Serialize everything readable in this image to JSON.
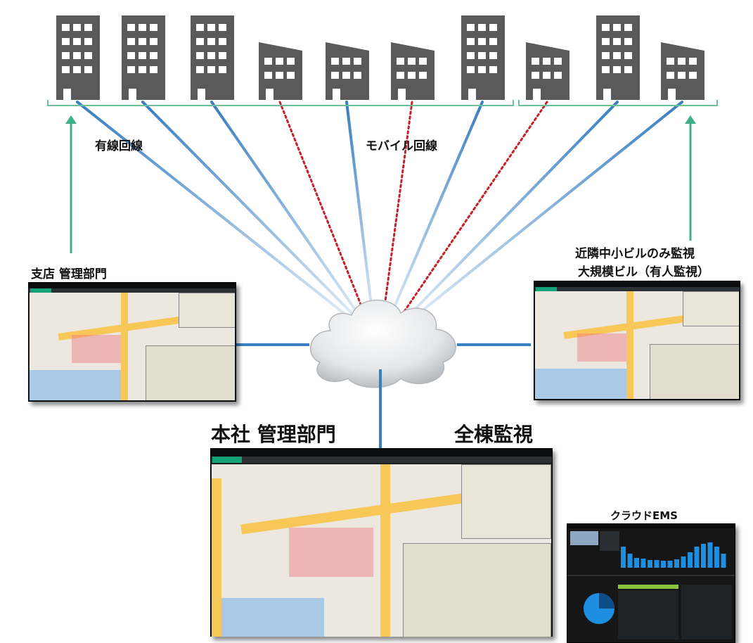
{
  "labels": {
    "wired": "有線回線",
    "mobile": "モバイル回線",
    "branch": "支店 管理部門",
    "nearby_line1": "近隣中小ビルのみ監視",
    "nearby_line2": "大規模ビル（有人監視）",
    "hq": "本社 管理部門",
    "all_monitor": "全棟監視",
    "cloud_ems": "クラウドEMS"
  },
  "buildings": [
    {
      "type": "tall",
      "link": "wired"
    },
    {
      "type": "tall",
      "link": "wired"
    },
    {
      "type": "tall",
      "link": "wired"
    },
    {
      "type": "low",
      "link": "mobile"
    },
    {
      "type": "low",
      "link": "wired"
    },
    {
      "type": "low",
      "link": "mobile"
    },
    {
      "type": "tall",
      "link": "wired"
    },
    {
      "type": "low",
      "link": "mobile"
    },
    {
      "type": "tall",
      "link": "wired"
    },
    {
      "type": "low",
      "link": "wired"
    }
  ],
  "colors": {
    "building": "#5a5a5a",
    "wired": "#3a7fc1",
    "mobile": "#c8202a",
    "arrow": "#3fae8a",
    "bracket": "#6fbf9a"
  }
}
